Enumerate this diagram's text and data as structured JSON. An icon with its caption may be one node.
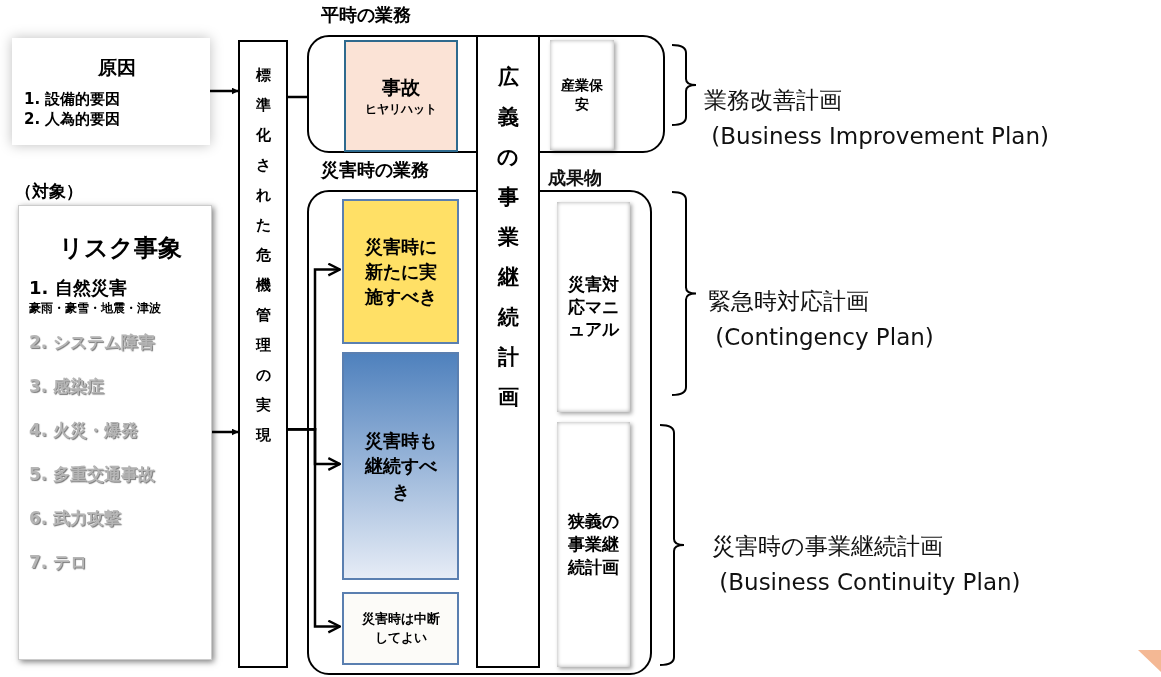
{
  "diagram": {
    "nodes": [
      {
        "text": [
          "原因",
          "1. 設備的要因",
          "2. 人為的要因"
        ]
      },
      {
        "text": [
          "（対象）",
          "リスク事象",
          "1. 自然災害",
          "豪雨・豪雪・地震・津波",
          "2. システム障害",
          "3. 感染症",
          "4. 火災・爆発",
          "5. 多重交通事故",
          "6. 武力攻撃",
          "7. テロ"
        ]
      },
      {
        "text": [
          "標準化された危機管理の実現"
        ]
      },
      {
        "text": [
          "平時の業務"
        ]
      },
      {
        "text": [
          "事故",
          "ヒヤリハット"
        ],
        "in": 3
      },
      {
        "text": [
          "産業保安"
        ],
        "in": 3
      },
      {
        "text": [
          "災害時の業務"
        ]
      },
      {
        "text": [
          "災害時に新たに実施すべき"
        ],
        "in": 6
      },
      {
        "text": [
          "災害時も継続すべき"
        ],
        "in": 6
      },
      {
        "text": [
          "災害時は中断してよい"
        ],
        "in": 6
      },
      {
        "text": [
          "広義の事業継続計画"
        ]
      },
      {
        "text": [
          "災害対応マニュアル"
        ],
        "in": 6
      },
      {
        "text": [
          "狭義の事業継続計画"
        ],
        "in": 6
      }
    ],
    "edges": [
      {
        "from": 0,
        "to": 2,
        "arrow": "to"
      },
      {
        "from": 1,
        "to": 2,
        "arrow": "to"
      },
      {
        "from": 2,
        "to": 3,
        "arrow": "none"
      },
      {
        "from": 2,
        "to": 7,
        "arrow": "to"
      },
      {
        "from": 2,
        "to": 8,
        "arrow": "to"
      },
      {
        "from": 2,
        "to": 9,
        "arrow": "to"
      }
    ],
    "labels": [
      "成果物",
      "業務改善計画 (Business Improvement Plan)",
      "緊急時対応計画 (Contingency Plan)",
      "災害時の事業継続計画 (Business Continuity Plan)"
    ]
  }
}
